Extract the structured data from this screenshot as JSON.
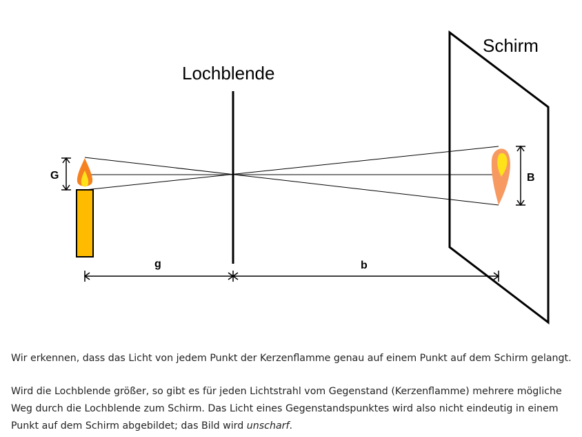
{
  "diagram": {
    "labels": {
      "pinhole": "Lochblende",
      "screen": "Schirm",
      "object_size": "G",
      "image_size": "B",
      "object_distance": "g",
      "image_distance": "b"
    },
    "colors": {
      "candle": "#ffbb00",
      "flame_outer": "#f5821f",
      "flame_inner": "#ffe21a",
      "image_outer": "#f79a62",
      "image_inner": "#ffe21a",
      "line": "#000000"
    }
  },
  "text": {
    "p1": "Wir erkennen, dass das Licht von jedem Punkt der Kerzenflamme genau auf einem Punkt auf dem Schirm gelangt.",
    "p2_before": "Wird die Lochblende größer, so gibt es für jeden Lichtstrahl vom Gegenstand (Kerzenflamme) mehrere mögliche Weg durch die Lochblende zum Schirm. Das Licht eines Gegenstandspunktes wird also nicht eindeutig in einem Punkt auf dem Schirm abgebildet; das Bild wird ",
    "p2_emph": "unscharf",
    "p2_after": "."
  }
}
